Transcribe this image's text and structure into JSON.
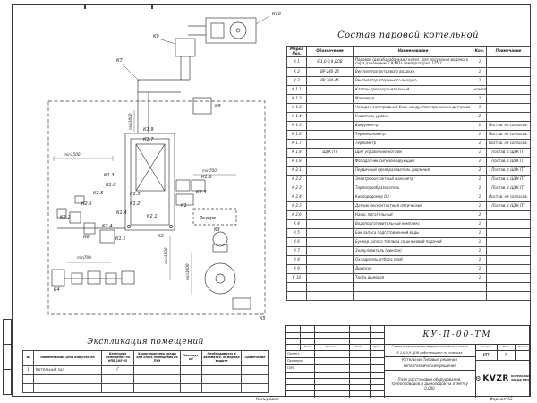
{
  "sheet": {
    "copied_label": "Копировал",
    "format_label": "Формат А3"
  },
  "spec_table": {
    "title": "Состав паровой котельной",
    "headers": [
      "Марка Поз.",
      "Обозначение",
      "Наименование",
      "Кол.",
      "Примечание"
    ],
    "rows": [
      [
        "К 1",
        "Е 1,0-0,9 ДОВ",
        "Паровой (двухбарабанный) котел, для получения водяного пара давлением 0,9 МПа температурой 175°С",
        "1",
        ""
      ],
      [
        "К 2",
        "ВР-240-26",
        "Вентилятор дутьевого воздуха",
        "1",
        ""
      ],
      [
        "К 3",
        "ВР 280-46",
        "Вентилятор вторичного воздуха",
        "1",
        ""
      ],
      [
        "К 1.1",
        "",
        "Клапан предохранительный",
        "компл",
        ""
      ],
      [
        "К 1.2",
        "",
        "Манометр",
        "1",
        ""
      ],
      [
        "К 1.3",
        "",
        "Четырех электродный блок кондуктометрических датчиков",
        "1",
        ""
      ],
      [
        "К 1.4",
        "",
        "Указатель уровня",
        "2",
        ""
      ],
      [
        "К 1.5",
        "",
        "Вакуумметр",
        "1",
        "Постав. не согласов."
      ],
      [
        "К 1.6",
        "",
        "Термоманометр",
        "1",
        "Постав. не согласов."
      ],
      [
        "К 1.7",
        "",
        "Термометр",
        "1",
        "Постав. не согласов."
      ],
      [
        "К 1.8",
        "ЩУК ПТ",
        "Щит управления котлом",
        "1",
        "Постав. с ЩУК ПТ"
      ],
      [
        "К 1.9",
        "",
        "Фотодатчик сигнализирующий",
        "1",
        "Постав. с ЩУК ПТ"
      ],
      [
        "К 2.1",
        "",
        "Первичный преобразователь давления",
        "2",
        "Постав. с ЩУК ПТ"
      ],
      [
        "К 2.2",
        "",
        "Электроконтактный манометр",
        "1",
        "Постав. с ЩУК ПТ"
      ],
      [
        "К 2.3",
        "",
        "Термопреобразователь",
        "1",
        "Постав. с ЩУК ПТ"
      ],
      [
        "К 2.4",
        "",
        "Кислородомер О2",
        "1",
        "Постав. не согласов."
      ],
      [
        "К 2.5",
        "",
        "Датчик бесконтактный оптический",
        "1",
        "Постав. с ЩУК ПТ"
      ],
      [
        "К 2.6",
        "",
        "Насос питательный",
        "2",
        ""
      ],
      [
        "К 4",
        "",
        "Водоподготовительный комплекс",
        "1",
        ""
      ],
      [
        "К 5",
        "",
        "Бак запаса подготовленной воды",
        "1",
        ""
      ],
      [
        "К 6",
        "",
        "Бункер запаса топлива со шнековой подачей",
        "1",
        ""
      ],
      [
        "К 7",
        "",
        "Золоуловитель (циклон)",
        "1",
        ""
      ],
      [
        "К 8",
        "",
        "Охладитель отбора проб",
        "1",
        ""
      ],
      [
        "К 9",
        "",
        "Дымосос",
        "1",
        ""
      ],
      [
        "К 10",
        "",
        "Труба дымовая",
        "1",
        ""
      ],
      [
        "",
        "",
        "",
        "",
        ""
      ],
      [
        "",
        "",
        "",
        "",
        ""
      ]
    ]
  },
  "explication": {
    "title": "Экспликация помещений",
    "headers": [
      "№",
      "Наименование цеха или участка",
      "Категория помещения по НПБ 105-03",
      "Характеристика среды или класс помещения по ПУЭ",
      "Площадь, м2",
      "Необходимость в автоматич. пожарной защите",
      "Примечание"
    ],
    "rows": [
      [
        "1",
        "Котельный зал",
        "Г",
        "",
        "",
        "",
        ""
      ],
      [
        "",
        "",
        "",
        "",
        "",
        "",
        ""
      ],
      [
        "",
        "",
        "",
        "",
        "",
        "",
        ""
      ]
    ]
  },
  "diagram": {
    "labels": {
      "k10": "К10",
      "k9": "К9",
      "k8": "К8",
      "k7": "К7",
      "k6": "К6",
      "k5": "К5",
      "k4": "К4",
      "k3": "К3",
      "k2": "К2",
      "k1": "К1",
      "k1_1": "К1.1",
      "k1_2": "К1.2",
      "k1_3": "К1.3",
      "k1_4": "К1.4",
      "k1_5": "К1.5",
      "k1_6": "К1.6",
      "k1_7": "К1.7",
      "k1_8": "К1.8",
      "k1_9": "К1.9",
      "k2_1": "К2.1",
      "k2_2": "К2.2",
      "k2_3": "К2.3",
      "k2_4": "К2.4",
      "k2_5": "К2.5",
      "k2_6": "К2.6",
      "reserve": "Резерв"
    },
    "dims": {
      "d1": "min1000",
      "d2": "min1500",
      "d3": "min700",
      "d4": "min1500",
      "d5": "min3000",
      "d6": "min700"
    }
  },
  "titleblock": {
    "doc_number": "КУ-П-00-ТМ",
    "doc_title_1": "Схема подключения твердотопливного котла",
    "doc_title_2": "Е 1,0-0,9 ДОВ работающего на опилках",
    "org_line_1": "Котельная Типовые решения",
    "org_line_2": "Теплотехнические решения",
    "plan_title": "План расстановки оборудования, трубопроводов и дымоходов на отметку 0,000",
    "header_cols": [
      "Лист",
      "N докум.",
      "Подп.",
      "Дата"
    ],
    "roles": [
      "Проект.",
      "Проверил",
      "ГИП"
    ],
    "stage_label": "Стадия",
    "sheet_label": "Лист",
    "sheets_label": "Листов",
    "stage_value": "РП",
    "sheet_value": "1",
    "logo_text": "KVZR",
    "logo_gear_icon": "⚙",
    "company_line_1": "КОТЕЛЬНЫЙ",
    "company_line_2": "ЗАВОД РЭП"
  }
}
